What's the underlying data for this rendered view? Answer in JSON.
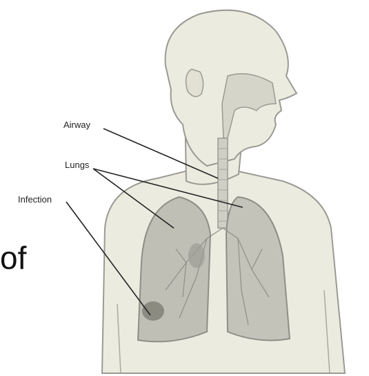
{
  "labels": {
    "airway": "Airway",
    "lungs": "Lungs",
    "infection": "Infection"
  },
  "fragment_text": "of",
  "colors": {
    "skin": "#ecebdf",
    "outline": "#9a9a93",
    "lung_fill": "#bfbfb6",
    "infection_spot": "#7e7e76",
    "trachea": "#cfcfc6"
  },
  "icons": [
    "human-silhouette",
    "lung-left",
    "lung-right",
    "trachea"
  ]
}
